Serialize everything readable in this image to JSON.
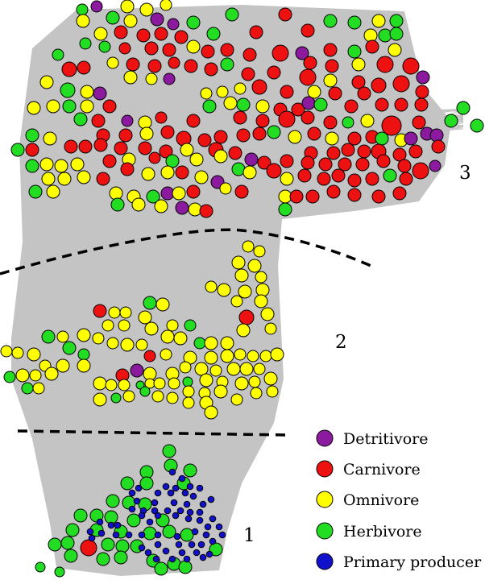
{
  "colors": {
    "Detritivore": "#8b1a9e",
    "Carnivore": "#ee1111",
    "Omnivore": "#ffff00",
    "Herbivore": "#22dd22",
    "Primary producer": "#1111cc",
    "edges": "#c4c4c4",
    "divider": "#000000"
  },
  "levels": [
    {
      "id": "level-1",
      "label": "1"
    },
    {
      "id": "level-2",
      "label": "2"
    },
    {
      "id": "level-3",
      "label": "3"
    }
  ],
  "legend": [
    {
      "type": "Detritivore",
      "label": "Detritivore"
    },
    {
      "type": "Carnivore",
      "label": "Carnivore"
    },
    {
      "type": "Omnivore",
      "label": "Omnivore"
    },
    {
      "type": "Herbivore",
      "label": "Herbivore"
    },
    {
      "type": "Primary producer",
      "label": "Primary producer"
    }
  ]
}
